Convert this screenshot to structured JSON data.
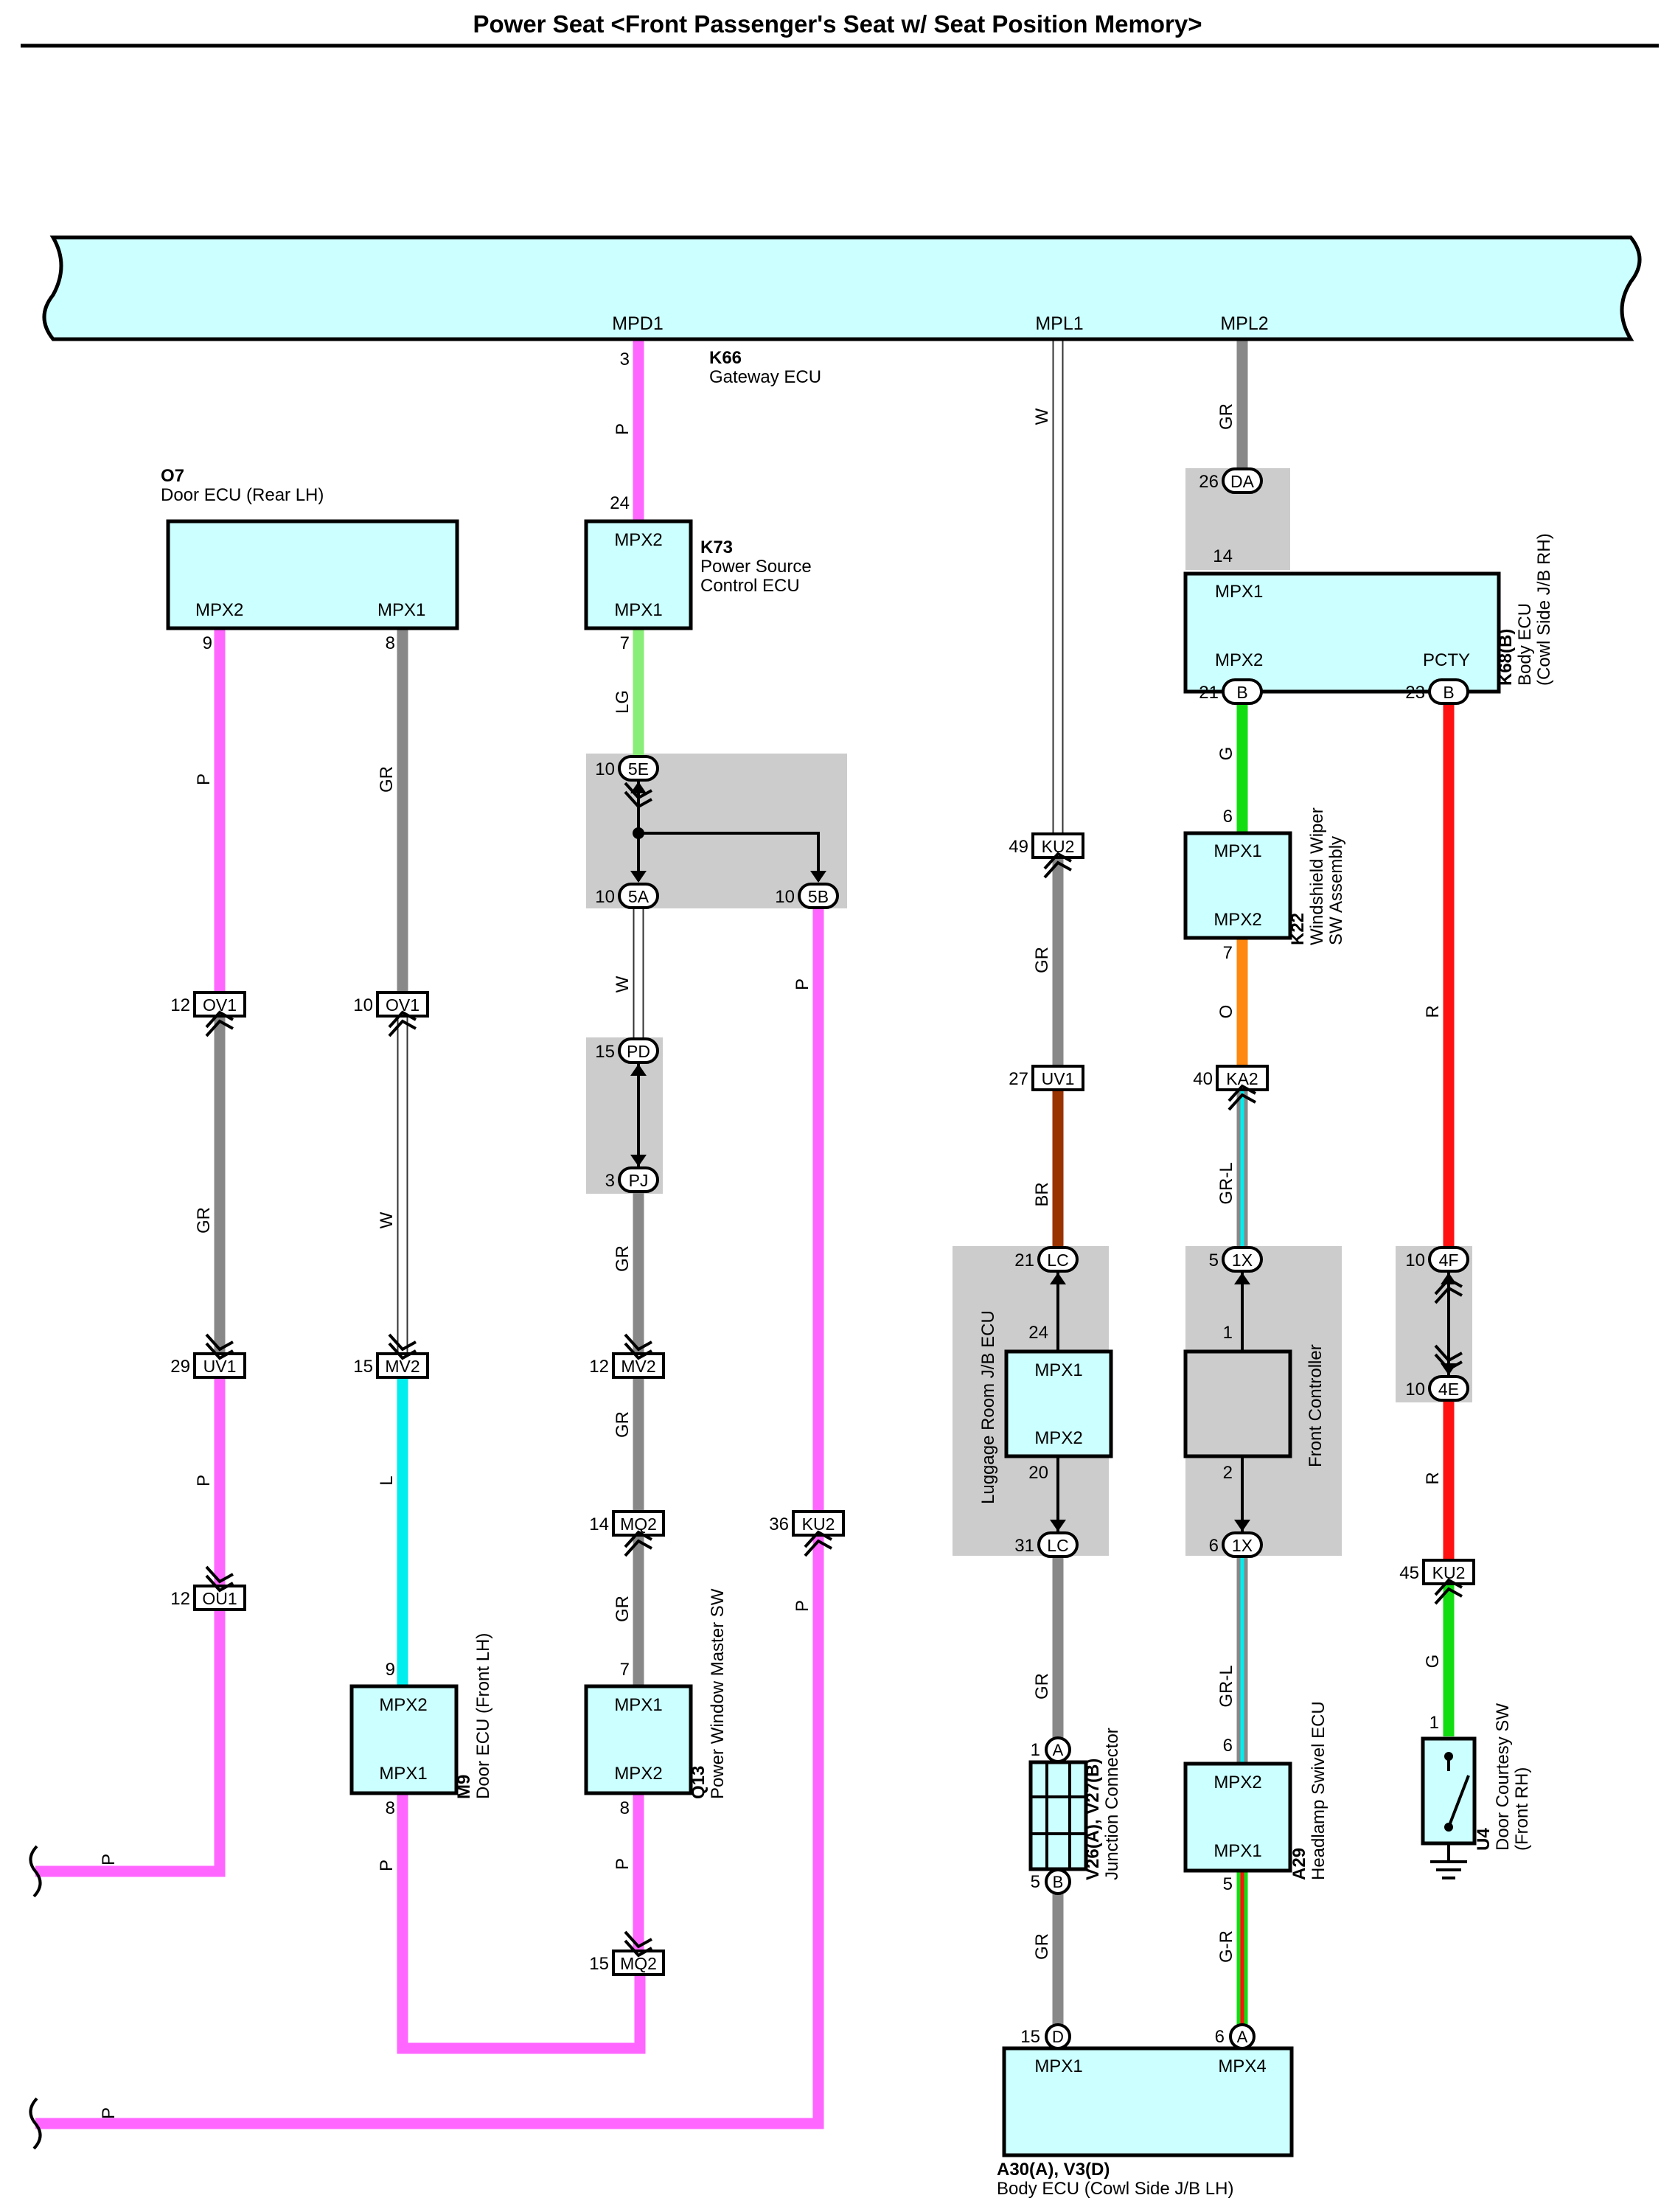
{
  "title": "Power Seat <Front Passenger's Seat w/ Seat Position Memory>",
  "colors": {
    "P": "#ff66ff",
    "GR": "#888888",
    "W": "#ffffff",
    "LG": "#88ee77",
    "BR": "#993300",
    "G": "#11dd11",
    "O": "#ff8811",
    "R": "#ff1111",
    "L": "#00eeee",
    "box": "#ccffff",
    "shade": "#cccccc",
    "gray_box": "#cccccc"
  },
  "bus": {
    "pins": [
      "MPD1",
      "MPL1",
      "MPL2"
    ]
  },
  "components": [
    {
      "id": "K66",
      "code": "K66",
      "lines": [
        "Gateway ECU"
      ]
    },
    {
      "id": "O7",
      "code": "O7",
      "lines": [
        "Door ECU (Rear LH)"
      ],
      "pins": [
        "MPX2",
        "MPX1"
      ]
    },
    {
      "id": "K73",
      "code": "K73",
      "lines": [
        "Power Source",
        "Control ECU"
      ],
      "pins": [
        "MPX2",
        "MPX1"
      ]
    },
    {
      "id": "K68",
      "code": "K68(B)",
      "lines": [
        "Body ECU",
        "(Cowl Side J/B RH)"
      ],
      "pins": [
        "MPX1",
        "MPX2",
        "PCTY"
      ]
    },
    {
      "id": "K22",
      "code": "K22",
      "lines": [
        "Windshield Wiper",
        "SW Assembly"
      ],
      "pins": [
        "MPX1",
        "MPX2"
      ]
    },
    {
      "id": "LUG",
      "code": "",
      "lines": [
        "Luggage Room J/B ECU"
      ],
      "pins": [
        "MPX1",
        "MPX2"
      ]
    },
    {
      "id": "FC",
      "code": "",
      "lines": [
        "Front Controller"
      ],
      "pins": []
    },
    {
      "id": "M9",
      "code": "M9",
      "lines": [
        "Door ECU (Front LH)"
      ],
      "pins": [
        "MPX2",
        "MPX1"
      ]
    },
    {
      "id": "Q13",
      "code": "Q13",
      "lines": [
        "Power Window Master SW"
      ],
      "pins": [
        "MPX1",
        "MPX2"
      ]
    },
    {
      "id": "V26",
      "code": "V26(A), V27(B)",
      "lines": [
        "Junction Connector"
      ],
      "pins": []
    },
    {
      "id": "A29",
      "code": "A29",
      "lines": [
        "Headlamp Swivel ECU"
      ],
      "pins": [
        "MPX2",
        "MPX1"
      ]
    },
    {
      "id": "U4",
      "code": "U4",
      "lines": [
        "Door Courtesy SW",
        "(Front RH)"
      ],
      "pins": []
    },
    {
      "id": "A30",
      "code": "A30(A), V3(D)",
      "lines": [
        "Body ECU (Cowl Side J/B LH)"
      ],
      "pins": [
        "MPX1",
        "MPX4"
      ]
    }
  ],
  "wires": [
    {
      "id": "w-bus-mpd1",
      "color": "P"
    },
    {
      "id": "w-bus-mpl1",
      "color": "W"
    },
    {
      "id": "w-bus-mpl2",
      "color": "GR"
    },
    {
      "id": "w-o7-mpx2",
      "color": "P"
    },
    {
      "id": "w-o7-mpx1",
      "color": "GR"
    },
    {
      "id": "w-k73-out",
      "color": "LG"
    },
    {
      "id": "w-5a-pd",
      "color": "W"
    },
    {
      "id": "w-5b-ku2",
      "color": "P"
    },
    {
      "id": "w-ku2-uv1",
      "color": "GR"
    },
    {
      "id": "w-uv1-lc",
      "color": "BR"
    },
    {
      "id": "w-k68-k22",
      "color": "G"
    },
    {
      "id": "w-k22-ka2",
      "color": "O"
    },
    {
      "id": "w-ka2-1x",
      "color": "GR-L"
    },
    {
      "id": "w-pcty",
      "color": "R"
    },
    {
      "id": "w-ov1-uv1",
      "color": "GR"
    },
    {
      "id": "w-ov1-mv2",
      "color": "W"
    },
    {
      "id": "w-pj-mv2",
      "color": "GR"
    },
    {
      "id": "w-mv2-mq2",
      "color": "GR"
    },
    {
      "id": "w-uv1-ou1",
      "color": "P"
    },
    {
      "id": "w-mv2-m9",
      "color": "L"
    },
    {
      "id": "w-4e-ku2",
      "color": "R"
    },
    {
      "id": "w-mq2-q13",
      "color": "GR"
    },
    {
      "id": "w-lc-jc",
      "color": "GR"
    },
    {
      "id": "w-1x-a29",
      "color": "GR-L"
    },
    {
      "id": "w-ku2-u4",
      "color": "G"
    },
    {
      "id": "w-ou1-left",
      "color": "P"
    },
    {
      "id": "w-m9-loop",
      "color": "P"
    },
    {
      "id": "w-q13-mq2",
      "color": "P"
    },
    {
      "id": "w-jc-a30",
      "color": "GR"
    },
    {
      "id": "w-a29-a30",
      "color": "G-R"
    },
    {
      "id": "w-ku2-bottom",
      "color": "P"
    }
  ],
  "left_exits": [
    {
      "label": "P"
    },
    {
      "label": "P"
    }
  ],
  "icons": [
    "junction-dot-icon",
    "splice-bar-icon",
    "switch-icon",
    "ground-icon",
    "connector-arrow-icon"
  ]
}
